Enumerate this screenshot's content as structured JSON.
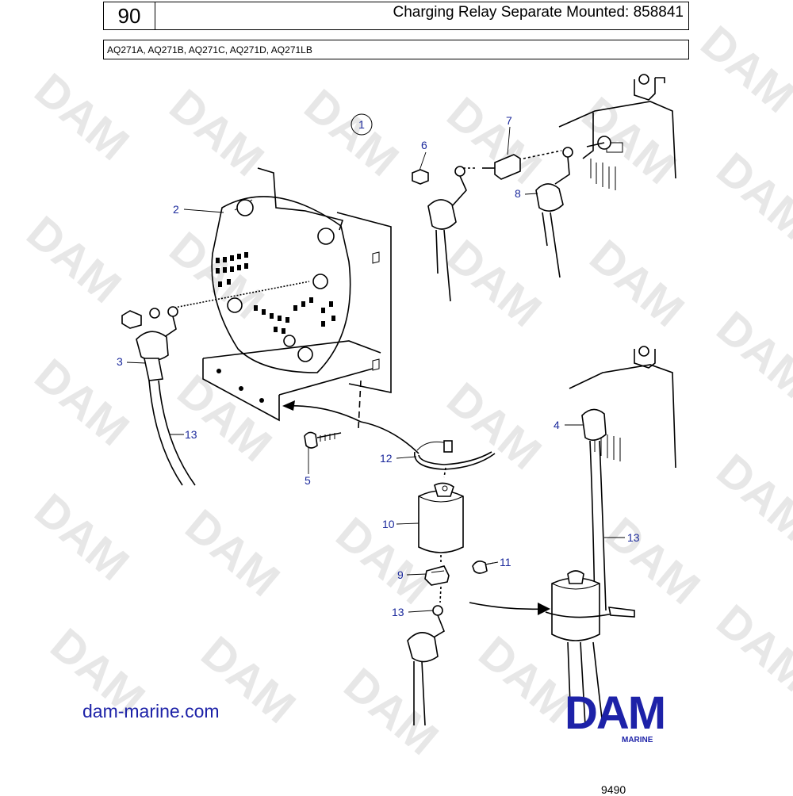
{
  "header": {
    "page_number": "90",
    "title": "Charging Relay Separate Mounted: 858841",
    "models": "AQ271A, AQ271B, AQ271C, AQ271D, AQ271LB"
  },
  "diagram": {
    "group_marker": "1",
    "callouts": [
      "2",
      "3",
      "13",
      "5",
      "6",
      "7",
      "8",
      "12",
      "10",
      "9",
      "11",
      "13",
      "4",
      "13"
    ]
  },
  "watermark": "DAM",
  "footer": {
    "website": "dam-marine.com",
    "logo_text": "DAM",
    "logo_subtext": "MARINE",
    "drawing_number": "9490"
  },
  "colors": {
    "accent": "#1d22a8",
    "callout": "#1c2a9c",
    "watermark": "#e7e7e7"
  }
}
